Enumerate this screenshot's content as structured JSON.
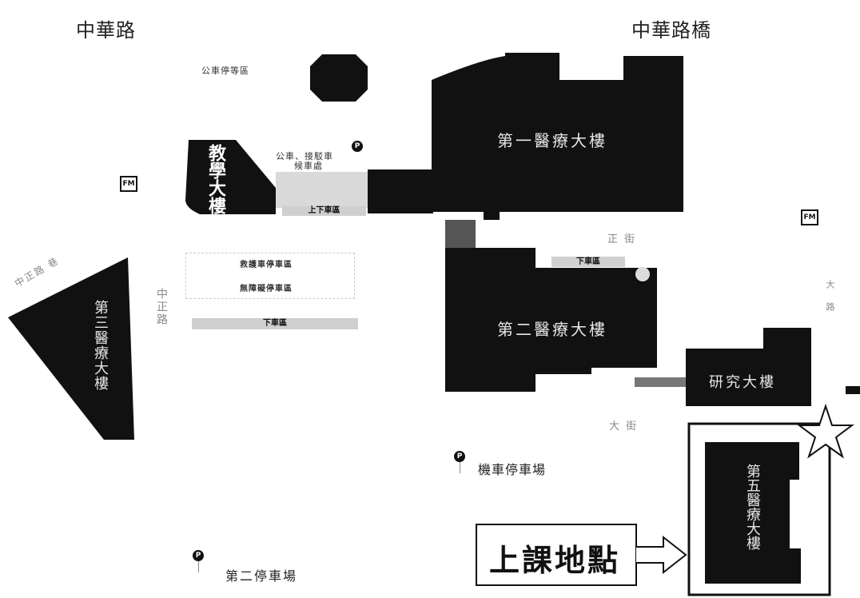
{
  "roads": {
    "zhonghua_road": "中華路",
    "zhonghua_bridge": "中華路橋",
    "zhongzheng_lane": "中正路 巷",
    "road_right_top": "正 街",
    "road_right_bottom": "大 街",
    "road_right_vertical": "大 路",
    "road_left_vertical": "中正路"
  },
  "buildings": {
    "teaching": "教學大樓",
    "medical_1": "第一醫療大樓",
    "medical_2": "第二醫療大樓",
    "medical_3": "第三醫療大樓",
    "medical_5": "第五醫療大樓",
    "research": "研究大樓"
  },
  "zones": {
    "bus_waiting": "公車停等區",
    "bus_shuttle": "公車、接駁車",
    "bus_shuttle_2": "候車處",
    "drop_off_1": "上下車區",
    "drop_off_2": "下車區",
    "drop_off_3": "下車區",
    "ambulance_parking": "救護車停車區",
    "accessible_parking": "無障礙停車區"
  },
  "parking": {
    "motorcycle": "機車停車場",
    "second_lot": "第二停車場",
    "icon_letter": "P"
  },
  "callout": {
    "class_location": "上課地點"
  },
  "icons": {
    "convenience_store": "FM"
  },
  "colors": {
    "building": "#111111",
    "strip": "#cfcfcf",
    "background": "#ffffff"
  }
}
